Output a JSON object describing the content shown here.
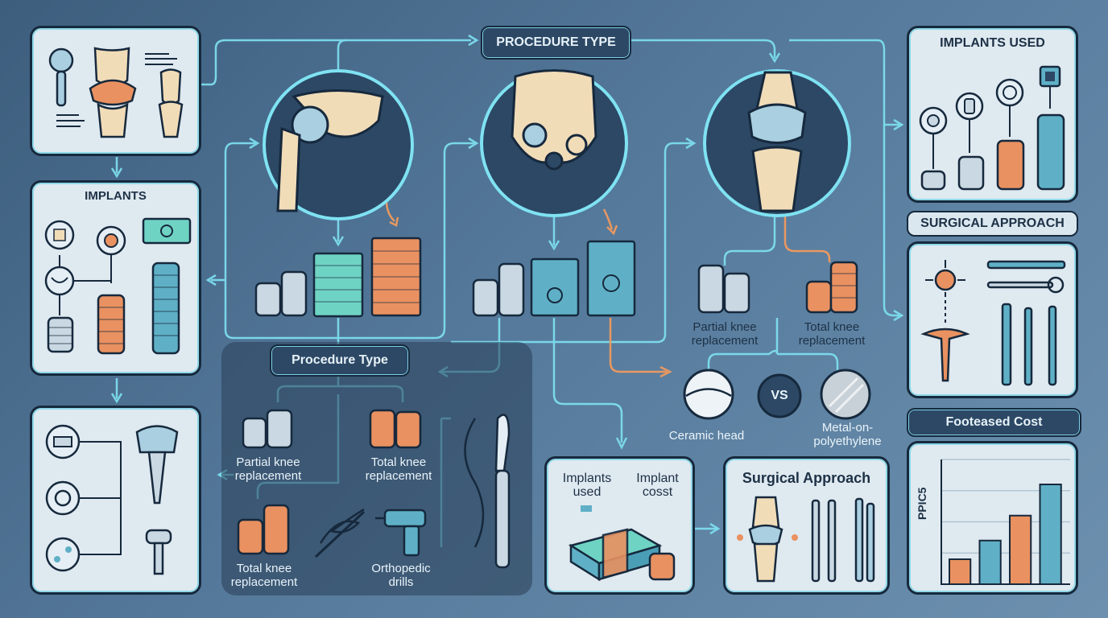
{
  "headers": {
    "procedure_type_top": "PROCEDURE TYPE",
    "implants_used": "IMPLANTS USED",
    "implants": "IMPLANTS",
    "surgical_approach_top": "SURGICAL APPROACH",
    "procedure_type_mid": "Procedure Type",
    "forecast_cost": "Footeased Cost",
    "surgical_approach_bottom": "Surgical Approach"
  },
  "labels": {
    "partial_knee_right_line1": "Partial knee",
    "partial_knee_right_line2": "replacement",
    "total_knee_right_line1": "Total knee",
    "total_knee_right_line2": "replacement",
    "partial_knee_mid_line1": "Partial knee",
    "partial_knee_mid_line2": "replacement",
    "total_knee_mid_line1": "Total knee",
    "total_knee_mid_line2": "replacement",
    "total_knee_low_line1": "Total knee",
    "total_knee_low_line2": "replacement",
    "orthopedic_drills_line1": "Orthopedic",
    "orthopedic_drills_line2": "drills",
    "ceramic_head": "Ceramic head",
    "vs": "VS",
    "metal_poly_line1": "Metal-on-",
    "metal_poly_line2": "polyethylene",
    "implants_used_line1": "Implants",
    "implants_used_line2": "used",
    "implant_cost_line1": "Implant",
    "implant_cost_line2": "cosst",
    "price_axis": "PPIC5"
  },
  "chart_data": {
    "type": "bar",
    "title": "Footeased Cost",
    "ylabel": "PPIC5",
    "xlabel": "",
    "grid": true,
    "values": [
      0.2,
      0.35,
      0.55,
      0.8
    ],
    "colors": [
      "#e99160",
      "#5fb0c6",
      "#e99160",
      "#5fb0c6"
    ]
  },
  "colors": {
    "accent_cyan": "#7fe2f2",
    "accent_orange": "#f09a5e",
    "panel_bg": "#dfe9f0",
    "dark_navy": "#16293d"
  },
  "icons": [
    "ball-joint-icon",
    "knee-joint-icon",
    "shoulder-joint-icon",
    "hip-joint-icon",
    "coin-stack-icon",
    "cash-stack-icon",
    "gear-icon",
    "chip-icon",
    "scalpel-icon",
    "drill-icon",
    "screw-implant-icon",
    "knee-implant-icon",
    "target-icon",
    "ceramic-head-icon",
    "metal-head-icon"
  ]
}
